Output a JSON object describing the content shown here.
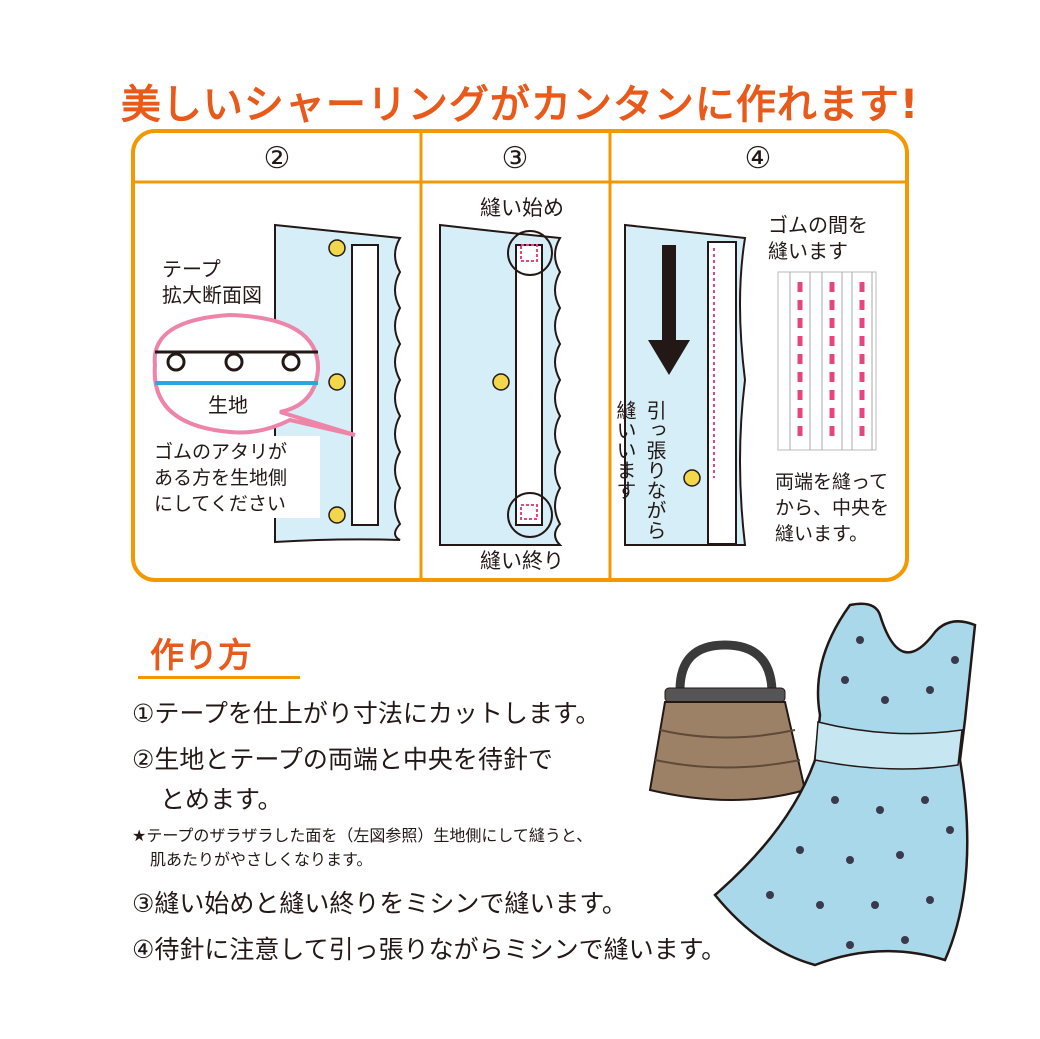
{
  "title": "美しいシャーリングがカンタンに作れます!",
  "panels": {
    "headers": [
      "②",
      "③",
      "④"
    ],
    "panel2": {
      "label_line1": "テープ",
      "label_line2": "拡大断面図",
      "fabric_label": "生地",
      "note_line1": "ゴムのアタリが",
      "note_line2": "ある方を生地側",
      "note_line3": "にしてください"
    },
    "panel3": {
      "start_label": "縫い始め",
      "end_label": "縫い終り"
    },
    "panel4": {
      "top_line1": "ゴムの間を",
      "top_line2": "縫います",
      "vertical_col1": "縫いいます",
      "vertical_col2": "引っ張りながら",
      "bottom_line1": "両端を縫って",
      "bottom_line2": "から、中央を",
      "bottom_line3": "縫います。"
    }
  },
  "howto": {
    "heading": "作り方",
    "steps": [
      "①テープを仕上がり寸法にカットします。",
      "②生地とテープの両端と中央を待針で",
      "とめます。",
      "③縫い始めと縫い終りをミシンで縫います。",
      "④待針に注意して引っ張りながらミシンで縫います。"
    ],
    "note_line1": "★テープのザラザラした面を（左図参照）生地側にして縫うと、",
    "note_line2": "肌あたりがやさしくなります。"
  },
  "colors": {
    "title": "#e8591a",
    "frame": "#f39800",
    "fabric": "#d5eef7",
    "pin": "#f2d64b",
    "stitch": "#e8457f",
    "dress": "#a8d8ea",
    "bag": "#9c8166"
  }
}
